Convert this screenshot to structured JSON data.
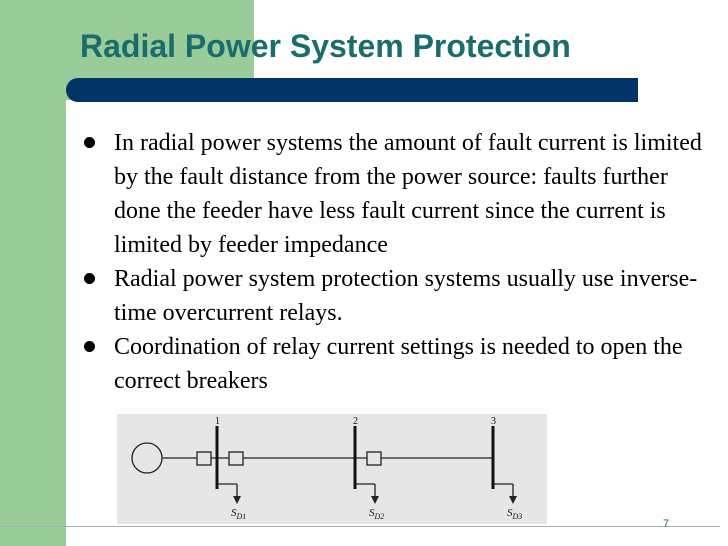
{
  "slide": {
    "title": "Radial Power System Protection",
    "page_number": "7"
  },
  "bullets": [
    {
      "text": "In radial power systems the amount of fault current is limited by the fault distance from the power source: faults further done the feeder have less fault current since the current is limited by feeder impedance"
    },
    {
      "text": "Radial power system protection systems usually use inverse-time overcurrent relays."
    },
    {
      "text": " Coordination of relay current settings is needed to open the correct breakers"
    }
  ],
  "diagram": {
    "bus_labels": [
      "1",
      "2",
      "3"
    ],
    "load_labels": [
      "S",
      "S",
      "S"
    ],
    "load_subscripts": [
      "D1",
      "D2",
      "D3"
    ]
  },
  "colors": {
    "title": "#1b6d6d",
    "accent_bar": "#003366",
    "side_green": "#99cc99"
  }
}
